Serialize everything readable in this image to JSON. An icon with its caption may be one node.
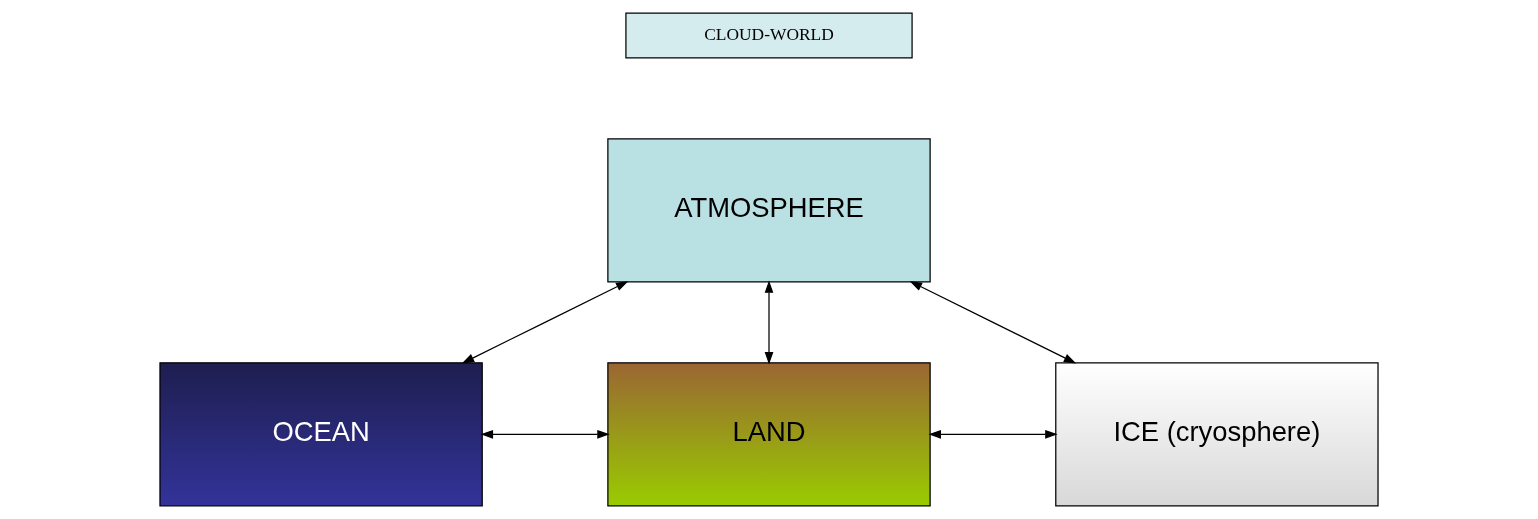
{
  "diagram": {
    "nodes": [
      {
        "text": [
          "CLOUD-WORLD"
        ]
      },
      {
        "text": [
          "ATMOSPHERE"
        ]
      },
      {
        "text": [
          "OCEAN"
        ]
      },
      {
        "text": [
          "LAND"
        ]
      },
      {
        "text": [
          "ICE (cryosphere)"
        ]
      }
    ],
    "edges": [
      {
        "from": 1,
        "to": 2,
        "arrow": "both"
      },
      {
        "from": 1,
        "to": 3,
        "arrow": "both"
      },
      {
        "from": 1,
        "to": 4,
        "arrow": "both"
      },
      {
        "from": 2,
        "to": 3,
        "arrow": "both"
      },
      {
        "from": 3,
        "to": 4,
        "arrow": "both"
      }
    ]
  }
}
